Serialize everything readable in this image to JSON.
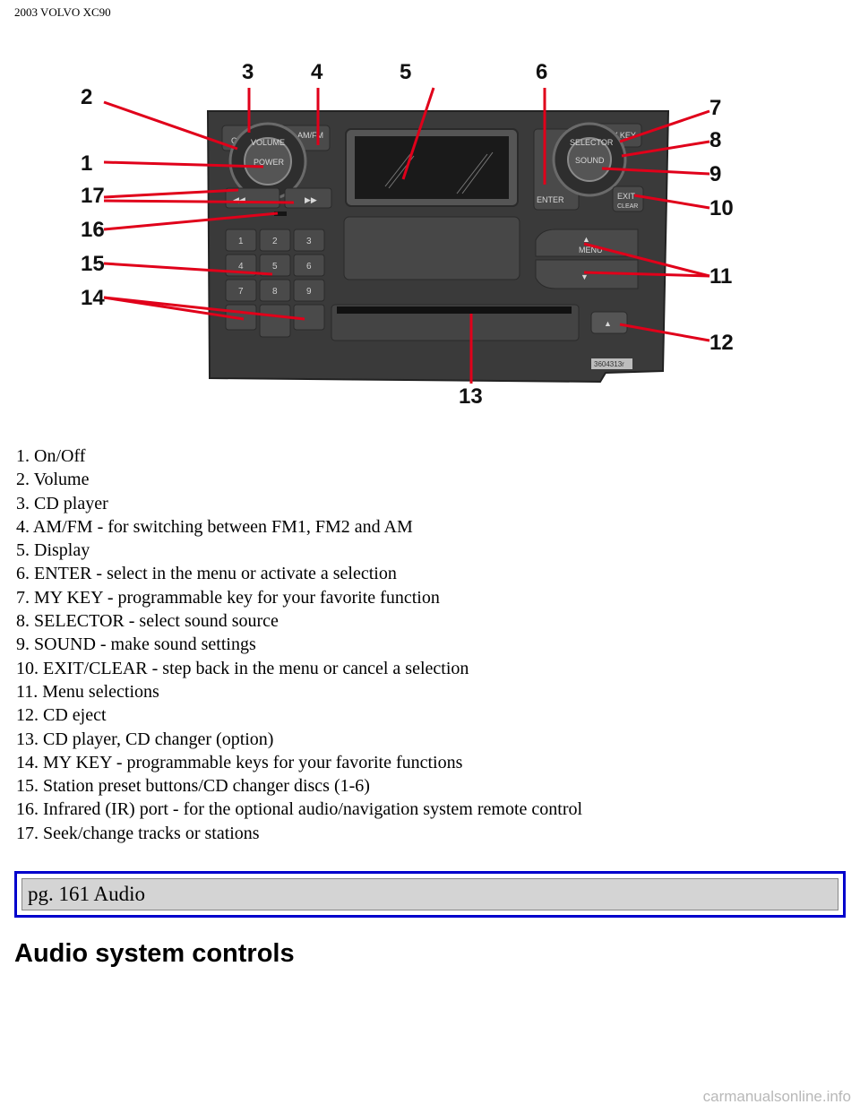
{
  "header": {
    "title": "2003 VOLVO XC90"
  },
  "figure": {
    "callouts": [
      "1",
      "2",
      "3",
      "4",
      "5",
      "6",
      "7",
      "8",
      "9",
      "10",
      "11",
      "12",
      "13",
      "14",
      "15",
      "16",
      "17"
    ],
    "panel_labels": {
      "cd": "CD",
      "amfm": "AM/FM",
      "volume": "VOLUME",
      "power": "POWER",
      "enter": "ENTER",
      "mykey": "MY KEY",
      "selector": "SELECTOR",
      "sound": "SOUND",
      "exit": "EXIT",
      "clear": "CLEAR",
      "menu": "MENU",
      "keypad": [
        "1",
        "2",
        "3",
        "4",
        "5",
        "6",
        "7",
        "8",
        "9"
      ],
      "part_code": "3604313r"
    }
  },
  "legend": [
    "1. On/Off",
    "2. Volume",
    "3. CD player",
    "4. AM/FM - for switching between FM1, FM2 and AM",
    "5. Display",
    "6. ENTER - select in the menu or activate a selection",
    "7. MY KEY - programmable key for your favorite function",
    "8. SELECTOR - select sound source",
    "9. SOUND - make sound settings",
    "10. EXIT/CLEAR - step back in the menu or cancel a selection",
    "11. Menu selections",
    "12. CD eject",
    "13. CD player, CD changer (option)",
    "14. MY KEY - programmable keys for your favorite functions",
    "15. Station preset buttons/CD changer discs (1-6)",
    "16. Infrared (IR) port - for the optional audio/navigation system remote control",
    "17. Seek/change tracks or stations"
  ],
  "page_box": {
    "label": "pg. 161 Audio"
  },
  "section": {
    "heading": "Audio system controls"
  },
  "watermark": {
    "text": "carmanualsonline.info"
  },
  "colors": {
    "leader": "#e0001a",
    "page_box_border": "#0000cc",
    "page_box_fill": "#d4d4d4"
  }
}
